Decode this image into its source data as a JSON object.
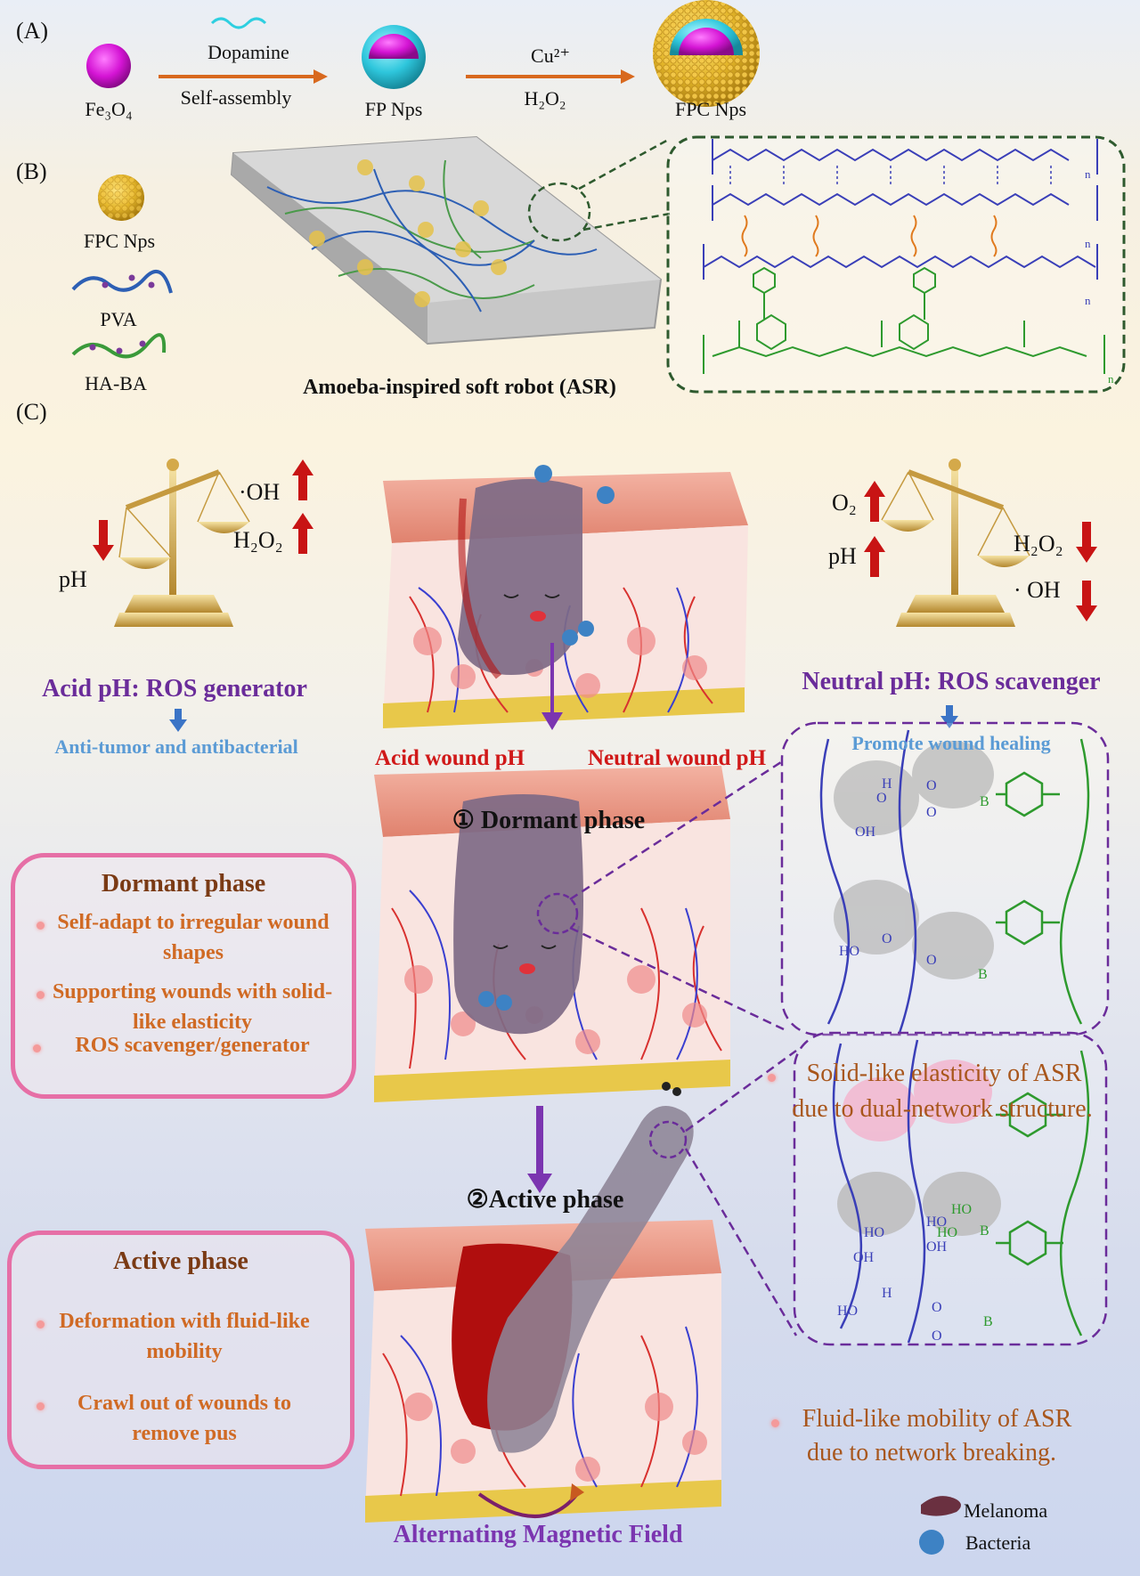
{
  "panelA": {
    "label": "(A)",
    "fe3o4": "Fe₃O₄",
    "dopamine": "Dopamine",
    "self_assembly": "Self-assembly",
    "fp": "FP Nps",
    "cu": "Cu²⁺",
    "h2o2": "H₂O₂",
    "fpc": "FPC Nps"
  },
  "panelB": {
    "label": "(B)",
    "legend_fpc": "FPC Nps",
    "legend_pva": "PVA",
    "legend_haba": "HA-BA",
    "asr_caption": "Amoeba-inspired soft robot (ASR)"
  },
  "panelC": {
    "label": "(C)",
    "left_oh": "·OH",
    "left_h2o2": "H₂O₂",
    "left_ph": "pH",
    "left_title": "Acid pH: ROS generator",
    "left_sub": "Anti-tumor and antibacterial",
    "right_o2": "O₂",
    "right_ph": "pH",
    "right_h2o2": "H₂O₂",
    "right_oh": "· OH",
    "right_title": "Neutral pH: ROS scavenger",
    "right_sub": "Promote wound healing",
    "acid_wound": "Acid wound pH",
    "neutral_wound": "Neutral wound pH",
    "dormant_heading": "① Dormant phase",
    "active_heading": "②Active phase",
    "dormant_box": {
      "title": "Dormant phase",
      "b1": "Self-adapt to irregular wound shapes",
      "b2": "Supporting wounds with solid-like elasticity",
      "b3": "ROS scavenger/generator"
    },
    "active_box": {
      "title": "Active phase",
      "b1": "Deformation with fluid-like mobility",
      "b2": "Crawl out of wounds to remove pus"
    },
    "dormant_note_1": "Solid-like elasticity of ASR",
    "dormant_note_2": "due to dual-network structure.",
    "active_note_1": "Fluid-like mobility of ASR",
    "active_note_2": "due to network breaking.",
    "field": "Alternating Magnetic Field",
    "legend_melanoma": "Melanoma",
    "legend_bacteria": "Bacteria",
    "chem": {
      "oh": "OH",
      "ho": "HO",
      "h": "H",
      "o": "O",
      "b": "B",
      "n": "n"
    }
  },
  "colors": {
    "arrow_orange": "#d8691e",
    "purple": "#6a2c9a",
    "pink_border": "#e66fa6",
    "brown_text": "#a8561c",
    "red": "#d01818",
    "blue_text": "#5b9bd5",
    "polymer_blue": "#3a3fb8",
    "polymer_green": "#2e9a2e"
  }
}
